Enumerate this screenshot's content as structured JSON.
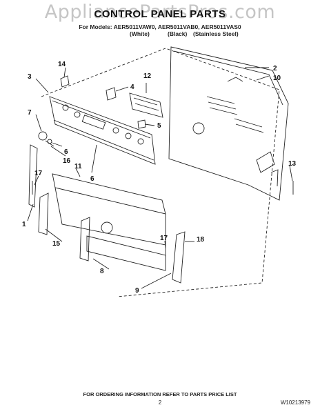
{
  "header": {
    "watermark": "AppliancePartsPros.com",
    "title": "CONTROL PANEL PARTS",
    "models_line": "For Models: AER5011VAW0, AER5011VAB0, AER5011VAS0",
    "variants": [
      "(White)",
      "(Black)",
      "(Stainless Steel)"
    ]
  },
  "callouts": [
    "14",
    "3",
    "4",
    "12",
    "7",
    "5",
    "6",
    "16",
    "11",
    "6",
    "17",
    "1",
    "15",
    "17",
    "18",
    "8",
    "9",
    "2",
    "10",
    "13"
  ],
  "footer": {
    "note": "FOR ORDERING INFORMATION REFER TO PARTS PRICE LIST",
    "page_number": "2",
    "document_number": "W10213979"
  }
}
